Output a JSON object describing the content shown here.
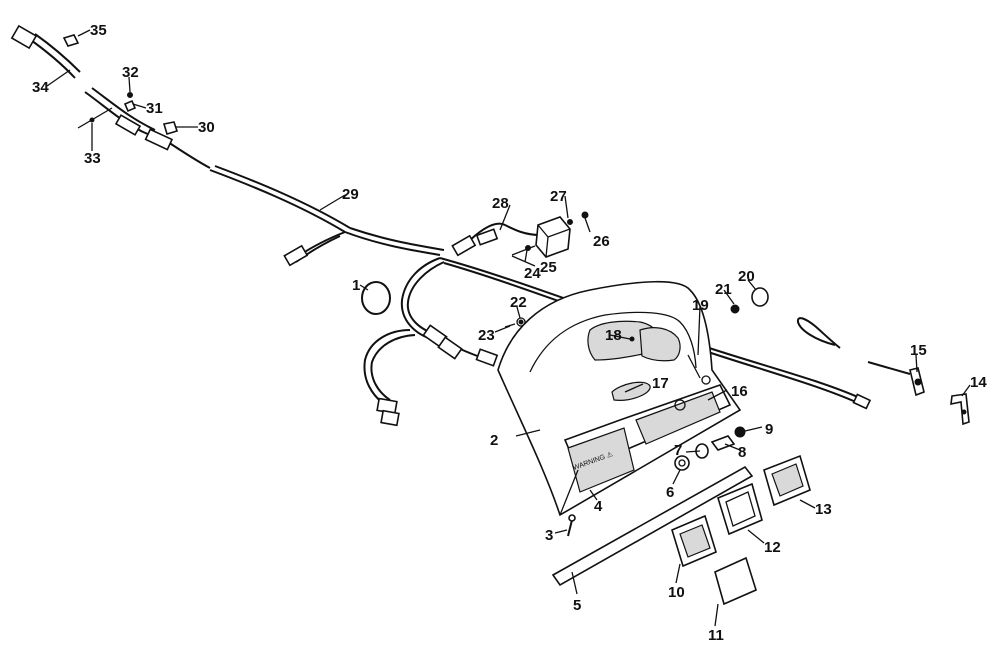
{
  "callouts": {
    "c1": "1",
    "c2": "2",
    "c3": "3",
    "c4": "4",
    "c5": "5",
    "c6": "6",
    "c7": "7",
    "c8": "8",
    "c9": "9",
    "c10": "10",
    "c11": "11",
    "c12": "12",
    "c13": "13",
    "c14": "14",
    "c15": "15",
    "c16": "16",
    "c17": "17",
    "c18": "18",
    "c19": "19",
    "c20": "20",
    "c21": "21",
    "c22": "22",
    "c23": "23",
    "c24": "24",
    "c25": "25",
    "c26": "26",
    "c27": "27",
    "c28": "28",
    "c29": "29",
    "c30": "30",
    "c31": "31",
    "c32": "32",
    "c33": "33",
    "c34": "34",
    "c35": "35"
  },
  "decals": {
    "warning": "WARNING ⚠"
  }
}
